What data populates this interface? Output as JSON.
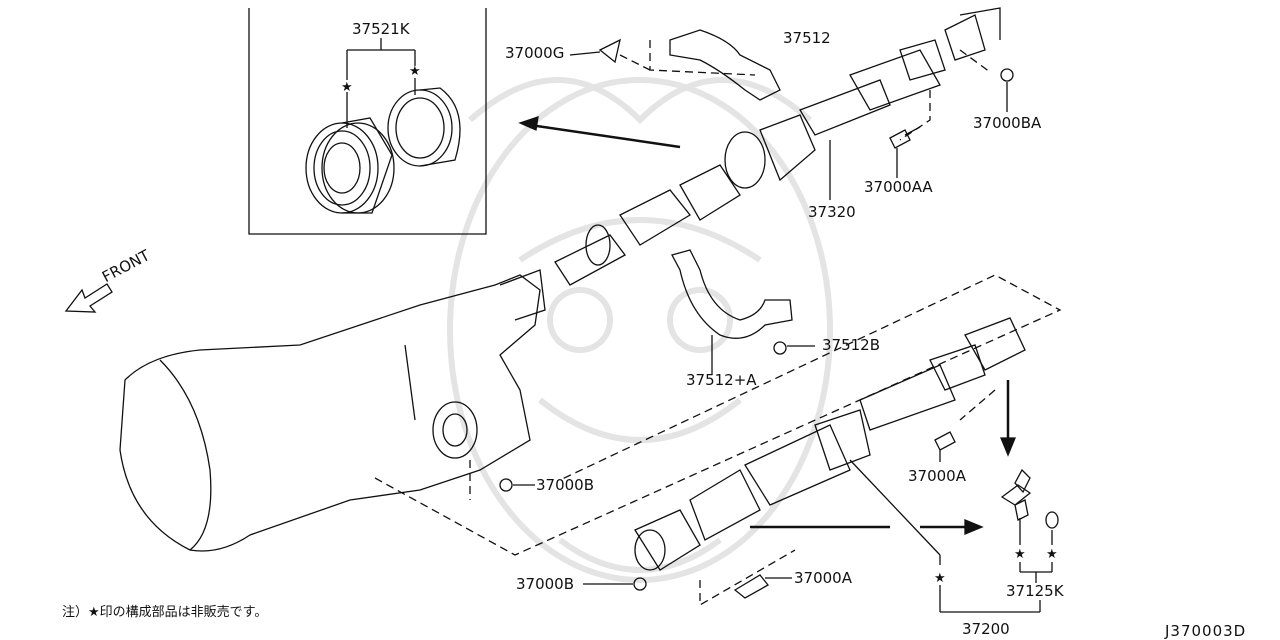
{
  "parts": {
    "p37521K": "37521K",
    "p37000G": "37000G",
    "p37512": "37512",
    "p37000BA": "37000BA",
    "p37000AA": "37000AA",
    "p37320": "37320",
    "p37512B": "37512B",
    "p37512A": "37512+A",
    "p37000A_right": "37000A",
    "p37000B_mid": "37000B",
    "p37000B_bottom": "37000B",
    "p37000A_bottom": "37000A",
    "p37125K": "37125K",
    "p37200": "37200"
  },
  "front_label": "FRONT",
  "note": "注）★印の構成部品は非販売です。",
  "diagram_code": "J370003D",
  "colors": {
    "line": "#111111",
    "watermark": "#e6e6e6"
  }
}
